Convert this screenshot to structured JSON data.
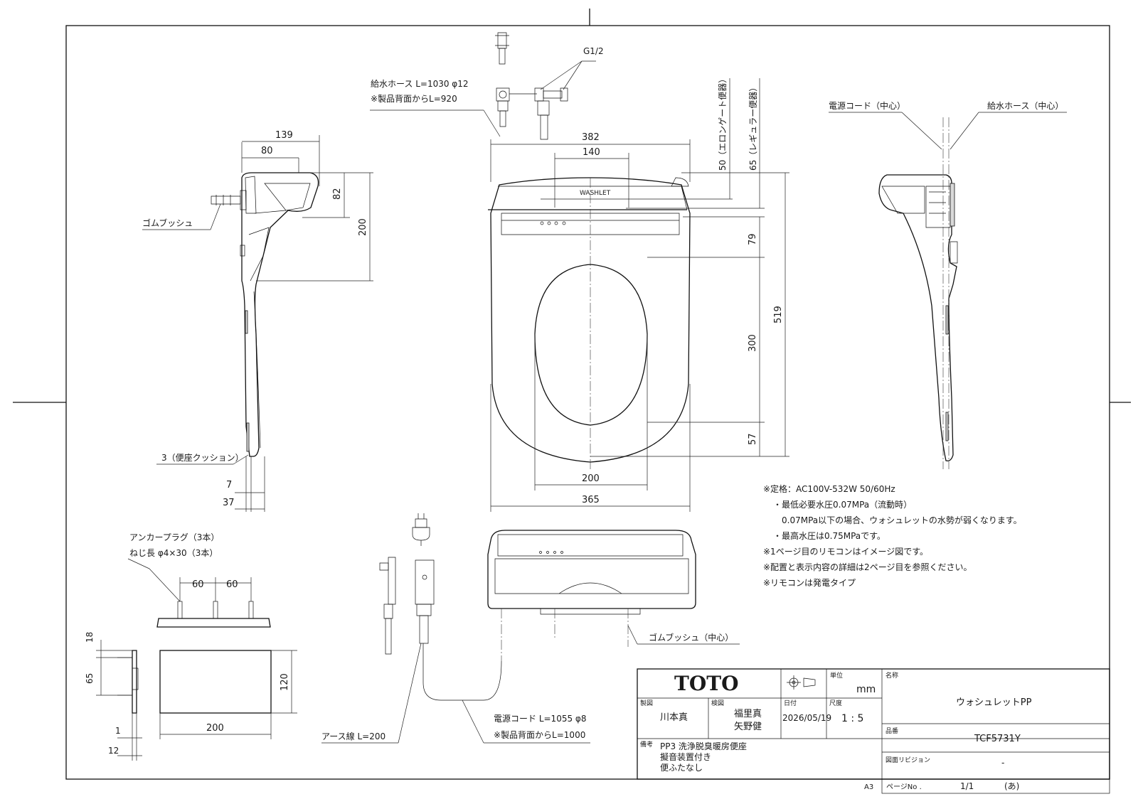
{
  "dims": {
    "side_139": "139",
    "side_80": "80",
    "side_82": "82",
    "side_200": "200",
    "top_382": "382",
    "top_140": "140",
    "elongated_50": "50（エロンゲート便器）",
    "regular_65": "65（レギュラー便器）",
    "d79": "79",
    "d300": "300",
    "d519": "519",
    "d57": "57",
    "d200": "200",
    "d365": "365",
    "d7": "7",
    "d37": "37",
    "p60a": "60",
    "p60b": "60",
    "p18": "18",
    "p65": "65",
    "p120": "120",
    "p200": "200",
    "p1": "1",
    "p12": "12"
  },
  "labels": {
    "g12": "G1/2",
    "hose_1": "給水ホース L=1030 φ12",
    "hose_2": "※製品背面からL=920",
    "rubber_bush": "ゴムブッシュ",
    "seat_cushion": "3（便座クッション）",
    "power_cord_center": "電源コード（中心）",
    "hose_center": "給水ホース（中心）",
    "anchor_1": "アンカープラグ（3本）",
    "anchor_2": "ねじ長 φ4×30（3本）",
    "rubber_bush_center": "ゴムブッシュ（中心）",
    "cord_1": "電源コード L=1055 φ8",
    "cord_2": "※製品背面からL=1000",
    "earth": "アース線 L=200",
    "logo_mark": "WASHLET"
  },
  "notes": [
    "※定格：AC100V-532W 50/60Hz",
    "・最低必要水圧0.07MPa（流動時）",
    "0.07MPa以下の場合、ウォシュレットの水勢が弱くなります。",
    "・最高水圧は0.75MPaです。",
    "※1ページ目のリモコンはイメージ図です。",
    "※配置と表示内容の詳細は2ページ目を参照ください。",
    "※リモコンは発電タイプ"
  ],
  "title_block": {
    "logo": "TOTO",
    "unit_label": "単位",
    "unit_value": "mm",
    "maker_label": "製図",
    "maker_value": "川本真",
    "check_label": "検図",
    "check_value_1": "福里真",
    "check_value_2": "矢野健",
    "date_label": "日付",
    "date_value": "2026/05/19",
    "scale_label": "尺度",
    "scale_value": "1 : 5",
    "name_label": "名称",
    "name_value": "ウォシュレットPP",
    "number_label": "品番",
    "number_value": "TCF5731Y",
    "revision_label": "図面リビジョン",
    "revision_value": "-",
    "remarks_label": "備考",
    "remarks_1": "PP3 洗浄脱臭暖房便座",
    "remarks_2": "擬音装置付き",
    "remarks_3": "便ふたなし",
    "sheet_size": "A3",
    "page_label": "ページNo .",
    "page_value": "1/1",
    "page_mark": "(あ)"
  }
}
